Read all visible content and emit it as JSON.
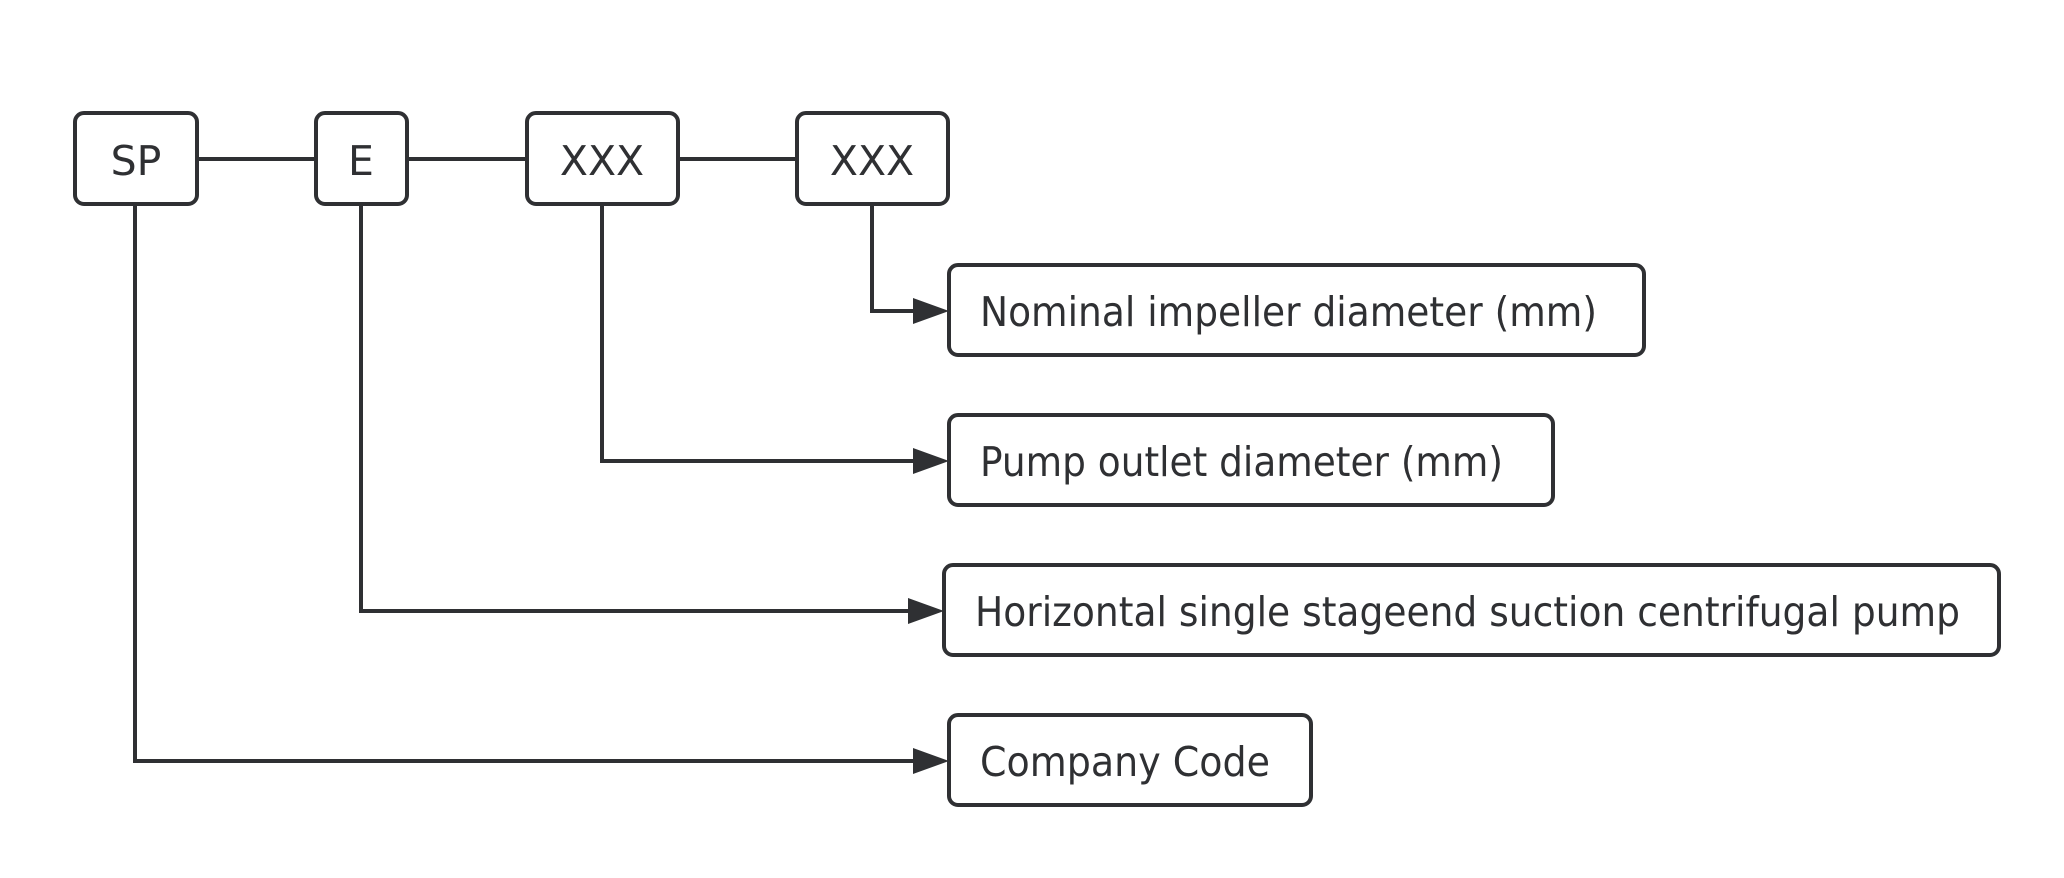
{
  "diagram": {
    "code_segments": [
      {
        "text": "SP"
      },
      {
        "text": "E"
      },
      {
        "text": "XXX"
      },
      {
        "text": "XXX"
      }
    ],
    "descriptions": [
      {
        "text": "Nominal impeller diameter (mm)"
      },
      {
        "text": "Pump outlet diameter (mm)"
      },
      {
        "text": "Horizontal single stageend suction centrifugal pump"
      },
      {
        "text": "Company Code"
      }
    ],
    "colors": {
      "line": "#2f3033",
      "box_fill": "#ffffff",
      "text": "#2f3033"
    }
  }
}
